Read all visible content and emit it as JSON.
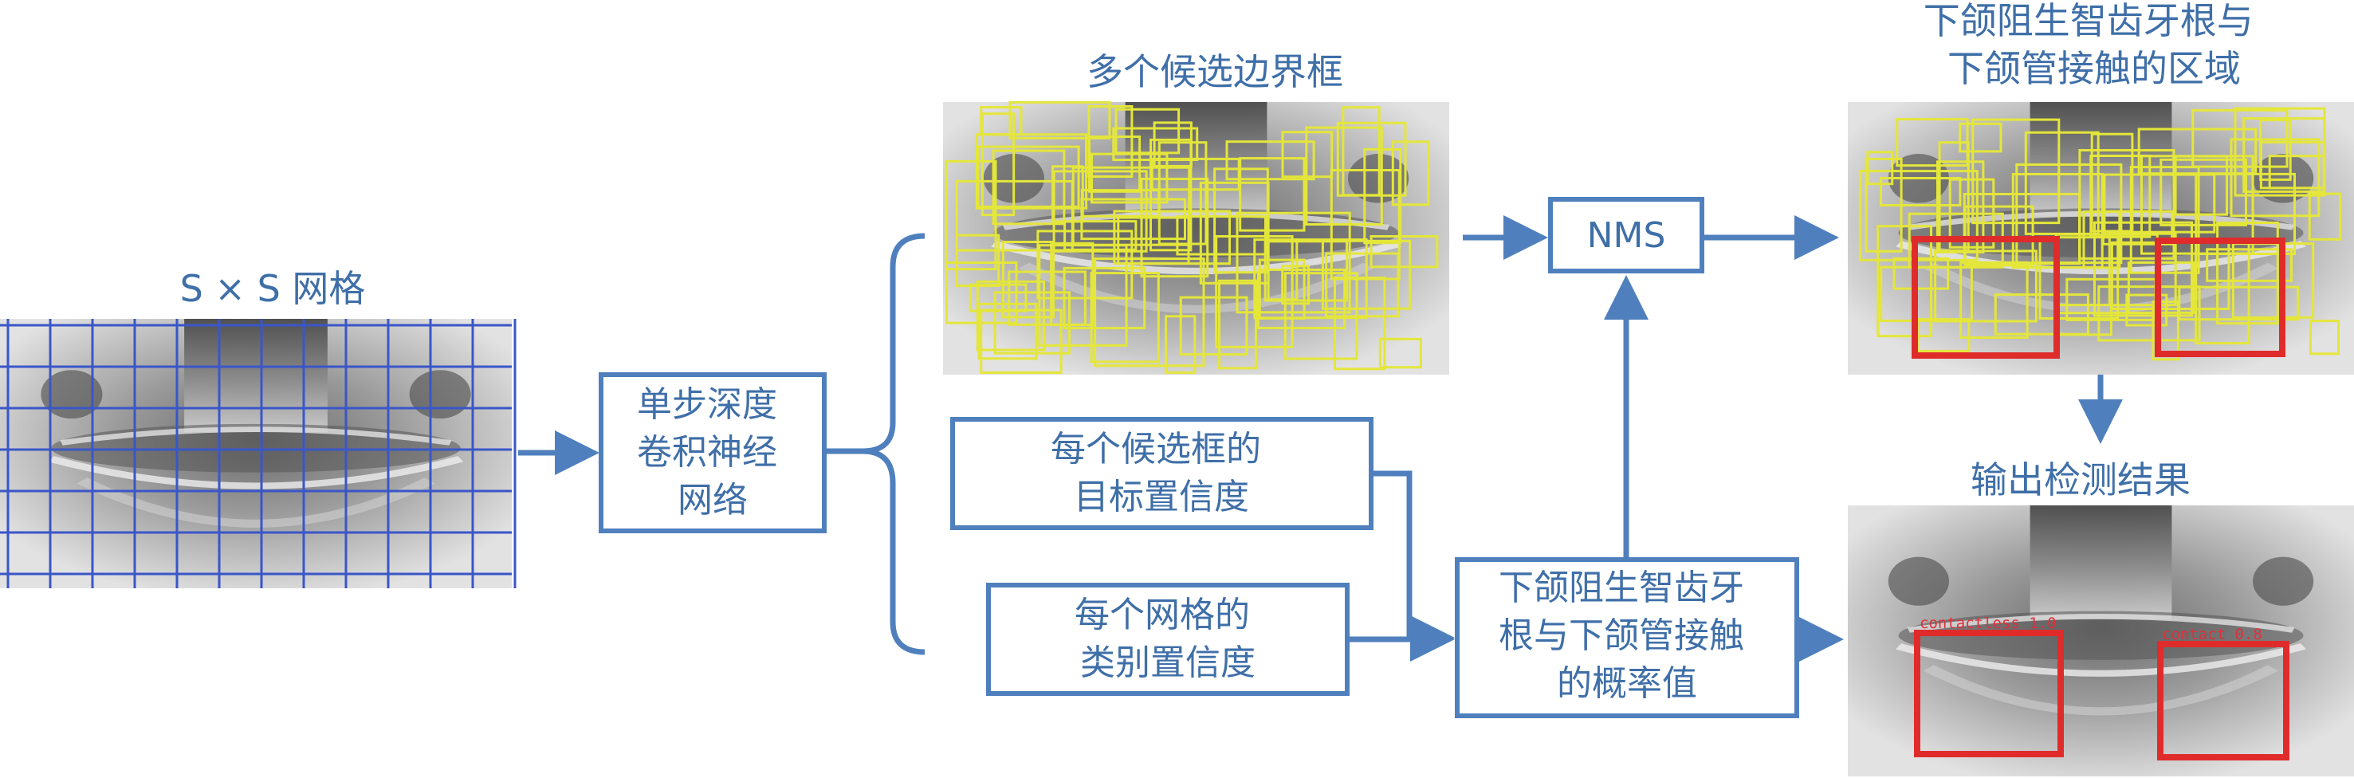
{
  "labels": {
    "grid_title": "S × S 网格",
    "candidates_title": "多个候选边界框",
    "contact_title_line1": "下颌阻生智齿牙根与",
    "contact_title_line2": "下颌管接触的区域",
    "output_title": "输出检测结果"
  },
  "boxes": {
    "cnn": [
      "单步深度",
      "卷积神经",
      "网络"
    ],
    "nms": "NMS",
    "objectness": [
      "每个候选框的",
      "目标置信度"
    ],
    "class_conf": [
      "每个网格的",
      "类别置信度"
    ],
    "probability": [
      "下颌阻生智齿牙",
      "根与下颌管接触",
      "的概率值"
    ]
  },
  "detections": [
    {
      "label": "contactless 1.0"
    },
    {
      "label": "contact 0.8"
    }
  ],
  "colors": {
    "accent": "#4f80bd",
    "text": "#3f6fa8",
    "grid_line": "#3a56c8",
    "candidate_box": "#e4e63a",
    "detection_box": "#e02b2b"
  }
}
